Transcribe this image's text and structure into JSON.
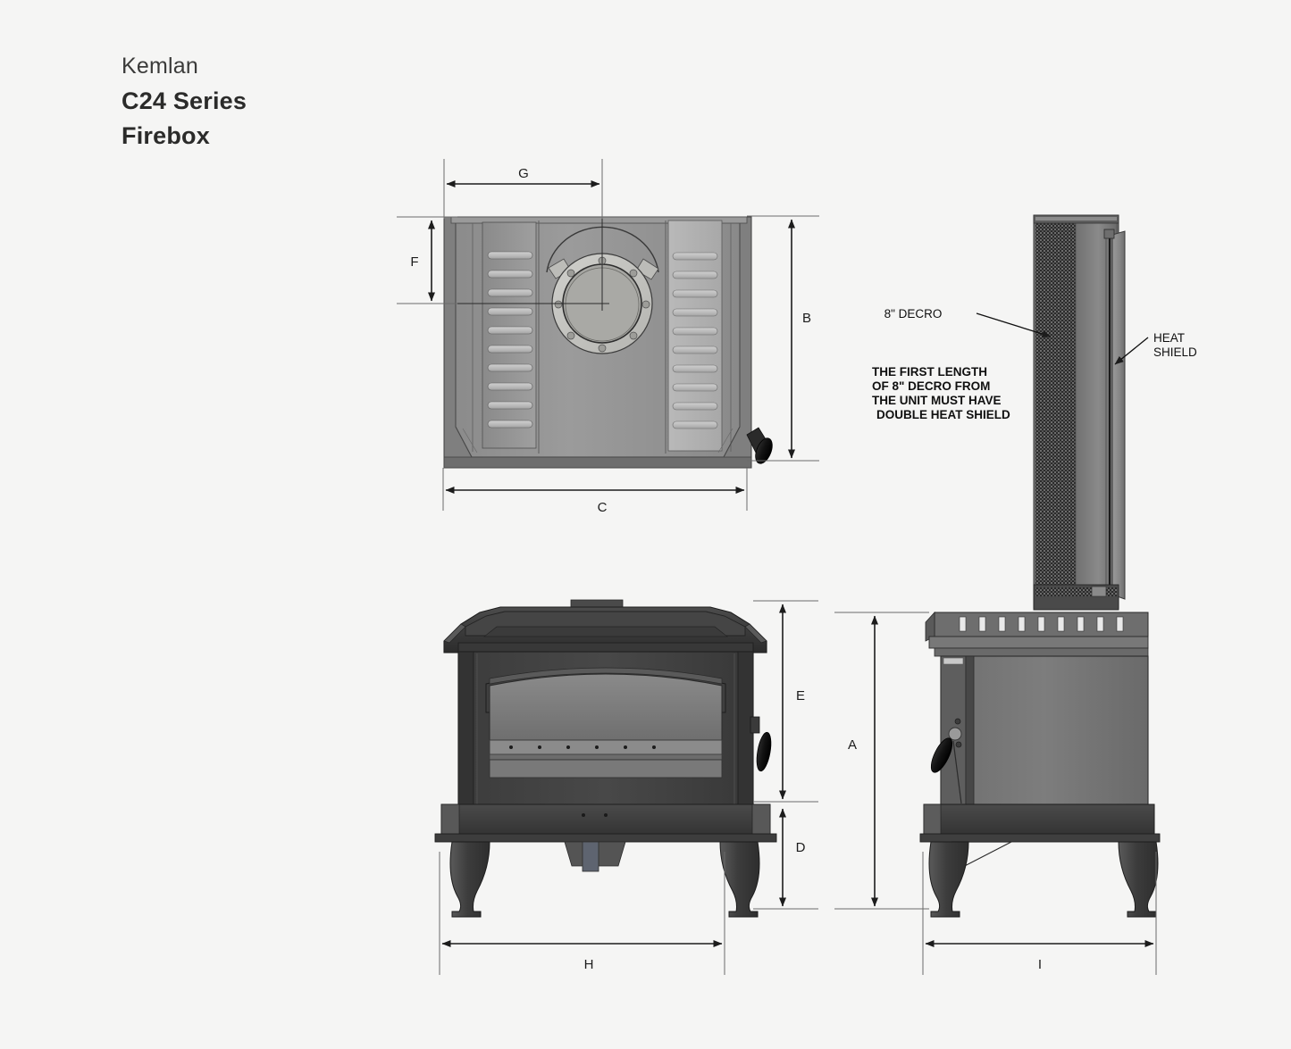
{
  "document": {
    "brand": "Kemlan",
    "model": "C24 Series",
    "subtitle": "Firebox",
    "background_color": "#f5f5f4"
  },
  "annotations": {
    "decro_callout": "8\" DECRO",
    "heat_shield_callout_line1": "HEAT",
    "heat_shield_callout_line2": "SHIELD",
    "note_line1": "THE FIRST LENGTH",
    "note_line2": "OF 8\" DECRO FROM",
    "note_line3": "THE UNIT MUST HAVE",
    "note_line4": "DOUBLE HEAT SHIELD"
  },
  "dimensions": {
    "top_view": {
      "G": "G",
      "F": "F",
      "B": "B",
      "C": "C"
    },
    "front_elevation": {
      "E": "E",
      "D": "D",
      "H": "H"
    },
    "side_elevation": {
      "A": "A",
      "I": "I"
    }
  },
  "views": {
    "top_view_label": "firebox-top-view",
    "flue_detail_label": "flue-heat-shield-detail",
    "front_elevation_label": "stove-front-elevation",
    "side_elevation_label": "stove-side-elevation"
  },
  "colors": {
    "line": "#1c1c1c",
    "extension_line": "#6b6b6b",
    "body_dark": "#3a3a3a",
    "body_mid": "#8f8f8f",
    "body_light": "#b4b4b4",
    "glass": "#7d7d7d",
    "flue_mesh": "#2e2e2e"
  }
}
